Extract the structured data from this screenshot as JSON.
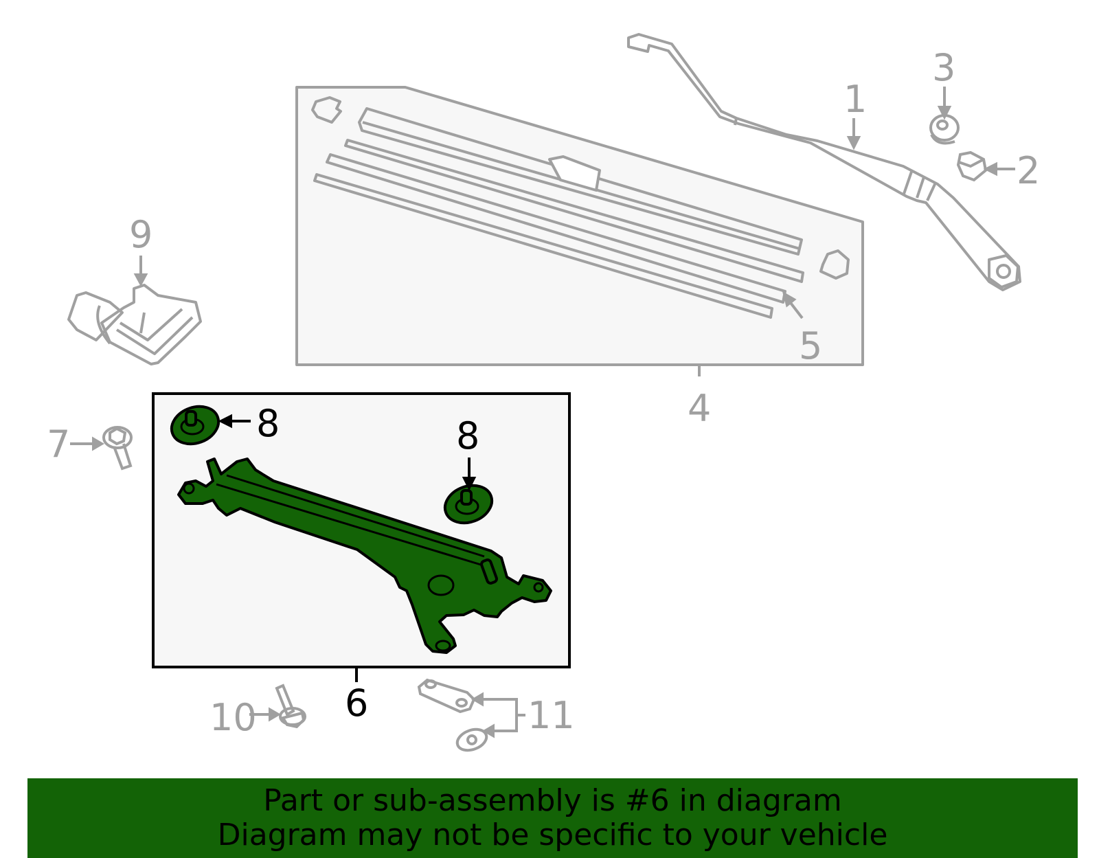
{
  "diagram": {
    "title": "Windshield wiper assembly parts diagram",
    "highlight_color": "#136306",
    "line_color": "#a0a0a0",
    "panel_fill": "#f7f7f7",
    "highlighted_part": "6",
    "callouts": [
      {
        "id": "1",
        "label": "1",
        "part": "wiper-arm"
      },
      {
        "id": "2",
        "label": "2",
        "part": "arm-nut"
      },
      {
        "id": "3",
        "label": "3",
        "part": "nut-cap"
      },
      {
        "id": "4",
        "label": "4",
        "part": "wiper-blade-set"
      },
      {
        "id": "5",
        "label": "5",
        "part": "blade-refill"
      },
      {
        "id": "6",
        "label": "6",
        "part": "wiper-linkage-assembly"
      },
      {
        "id": "7",
        "label": "7",
        "part": "mounting-bolt"
      },
      {
        "id": "8a",
        "label": "8",
        "part": "grommet"
      },
      {
        "id": "8b",
        "label": "8",
        "part": "grommet"
      },
      {
        "id": "9",
        "label": "9",
        "part": "wiper-motor"
      },
      {
        "id": "10",
        "label": "10",
        "part": "flange-bolt"
      },
      {
        "id": "11",
        "label": "11",
        "part": "bracket-and-washer"
      }
    ]
  },
  "banner": {
    "line1": "Part or sub-assembly is #6 in diagram",
    "line2": "Diagram may not be specific to your vehicle",
    "background": "#136306"
  }
}
